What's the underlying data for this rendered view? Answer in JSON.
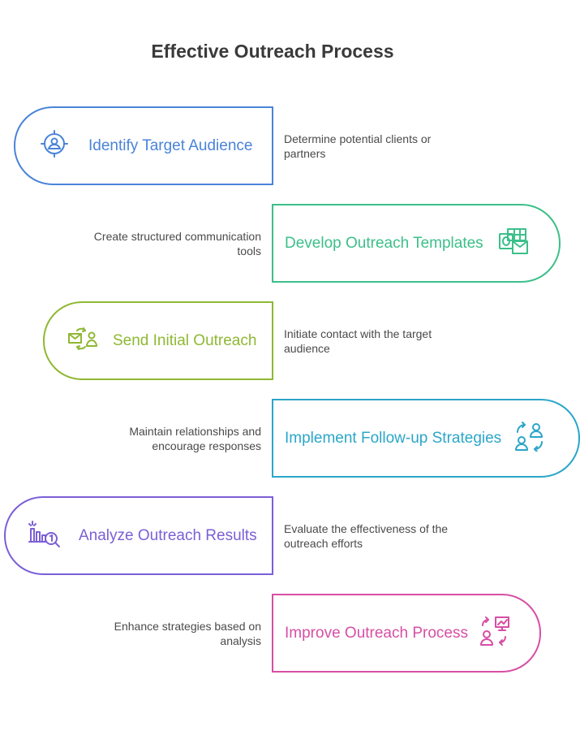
{
  "title": "Effective Outreach Process",
  "steps": [
    {
      "label": "Identify Target Audience",
      "description": "Determine potential clients or partners",
      "color": "#4a84d8",
      "icon": "target-person-icon"
    },
    {
      "label": "Develop Outreach Templates",
      "description": "Create structured communication tools",
      "color": "#3cbf8a",
      "icon": "outlook-template-icon"
    },
    {
      "label": "Send Initial Outreach",
      "description": "Initiate contact with the target audience",
      "color": "#8fb833",
      "icon": "mail-send-person-icon"
    },
    {
      "label": "Implement Follow-up Strategies",
      "description": "Maintain relationships and encourage responses",
      "color": "#2ba6c9",
      "icon": "people-exchange-icon"
    },
    {
      "label": "Analyze Outreach Results",
      "description": "Evaluate the effectiveness of the outreach efforts",
      "color": "#7b5fd6",
      "icon": "chart-magnify-icon"
    },
    {
      "label": "Improve Outreach Process",
      "description": "Enhance strategies based on analysis",
      "color": "#d64fa4",
      "icon": "presentation-improve-icon"
    }
  ]
}
